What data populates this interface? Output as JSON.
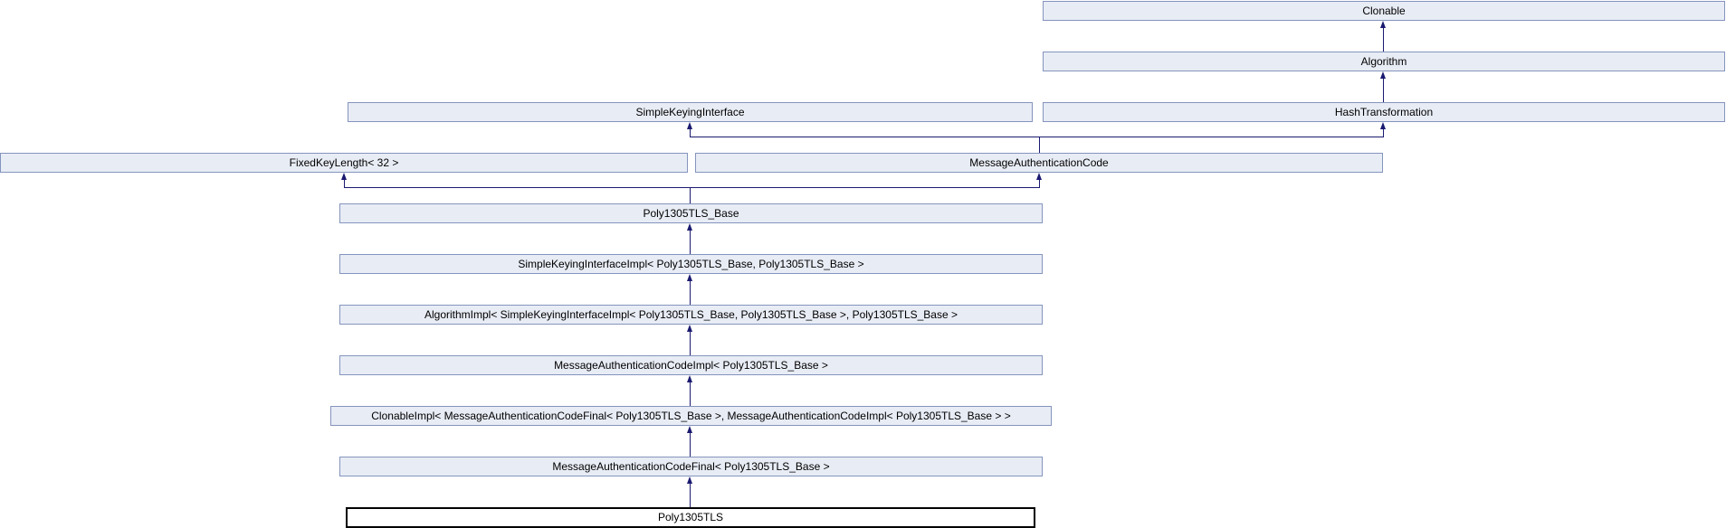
{
  "diagram": {
    "type": "class-inheritance-graph",
    "current_class": "Poly1305TLS",
    "colors": {
      "node_fill": "#e8ecf5",
      "node_border": "#8494bd",
      "arrow": "#1a1a70",
      "current_node_fill": "#ffffff",
      "current_node_border": "#000000",
      "text": "#000000",
      "background": "#ffffff"
    },
    "nodes": {
      "clonable": {
        "label": "Clonable"
      },
      "algorithm": {
        "label": "Algorithm"
      },
      "simple_keying_interface": {
        "label": "SimpleKeyingInterface"
      },
      "hash_transformation": {
        "label": "HashTransformation"
      },
      "fixed_key_length": {
        "label": "FixedKeyLength< 32 >"
      },
      "message_authentication_code": {
        "label": "MessageAuthenticationCode"
      },
      "poly1305tls_base": {
        "label": "Poly1305TLS_Base"
      },
      "simple_keying_interface_impl": {
        "label": "SimpleKeyingInterfaceImpl< Poly1305TLS_Base, Poly1305TLS_Base >"
      },
      "algorithm_impl": {
        "label": "AlgorithmImpl< SimpleKeyingInterfaceImpl< Poly1305TLS_Base, Poly1305TLS_Base >, Poly1305TLS_Base >"
      },
      "message_authentication_code_impl": {
        "label": "MessageAuthenticationCodeImpl< Poly1305TLS_Base >"
      },
      "clonable_impl": {
        "label": "ClonableImpl< MessageAuthenticationCodeFinal< Poly1305TLS_Base >, MessageAuthenticationCodeImpl< Poly1305TLS_Base > >"
      },
      "message_authentication_code_final": {
        "label": "MessageAuthenticationCodeFinal< Poly1305TLS_Base >"
      },
      "poly1305tls": {
        "label": "Poly1305TLS",
        "current": true
      }
    },
    "edges": [
      {
        "from": "algorithm",
        "to": "clonable"
      },
      {
        "from": "hash_transformation",
        "to": "algorithm"
      },
      {
        "from": "message_authentication_code",
        "to": "simple_keying_interface"
      },
      {
        "from": "message_authentication_code",
        "to": "hash_transformation"
      },
      {
        "from": "poly1305tls_base",
        "to": "fixed_key_length"
      },
      {
        "from": "poly1305tls_base",
        "to": "message_authentication_code"
      },
      {
        "from": "simple_keying_interface_impl",
        "to": "poly1305tls_base"
      },
      {
        "from": "algorithm_impl",
        "to": "simple_keying_interface_impl"
      },
      {
        "from": "message_authentication_code_impl",
        "to": "algorithm_impl"
      },
      {
        "from": "clonable_impl",
        "to": "message_authentication_code_impl"
      },
      {
        "from": "message_authentication_code_final",
        "to": "clonable_impl"
      },
      {
        "from": "poly1305tls",
        "to": "message_authentication_code_final"
      }
    ]
  }
}
